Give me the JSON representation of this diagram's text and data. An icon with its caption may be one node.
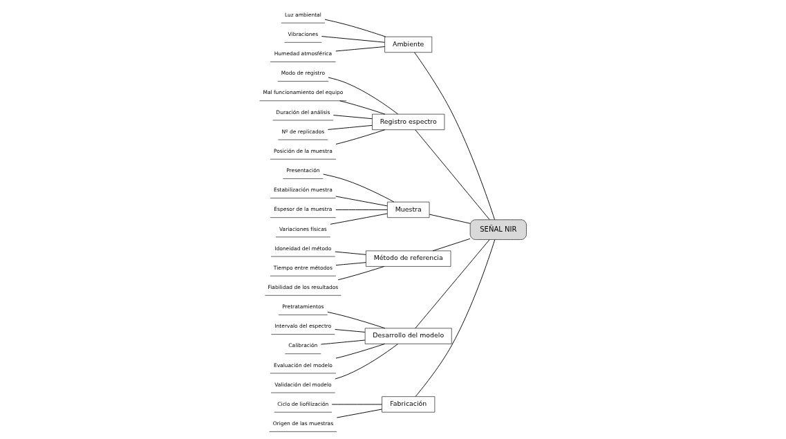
{
  "diagram": {
    "nodes": [
      {
        "text": [
          "Fabricación"
        ]
      },
      {
        "text": [
          "Ambiente"
        ]
      },
      {
        "text": [
          "Registro espectro"
        ]
      },
      {
        "text": [
          "Ciclo de liofilización"
        ]
      },
      {
        "text": [
          "Origen de las muestras"
        ]
      },
      {
        "text": [
          "Luz ambiental"
        ]
      },
      {
        "text": [
          "Vibraciones"
        ]
      },
      {
        "text": [
          "Humedad atmosférica"
        ]
      },
      {
        "text": [
          "Modo de registro"
        ]
      },
      {
        "text": [
          "Mal funcionamiento del equipo"
        ]
      },
      {
        "text": [
          "Duración del análisis"
        ]
      },
      {
        "text": [
          "Nº de replicados"
        ]
      },
      {
        "text": [
          "Posición de la muestra"
        ]
      },
      {
        "text": [
          "SEÑAL NIR"
        ]
      },
      {
        "text": [
          "Presentación"
        ]
      },
      {
        "text": [
          "Estabilización muestra"
        ]
      },
      {
        "text": [
          "Espesor de la muestra"
        ]
      },
      {
        "text": [
          "Variaciones físicas"
        ]
      },
      {
        "text": [
          "Idoneidad del método"
        ]
      },
      {
        "text": [
          "Tiempo entre métodos"
        ]
      },
      {
        "text": [
          "Fiabilidad de los resultados"
        ]
      },
      {
        "text": [
          "Pretratamientos"
        ]
      },
      {
        "text": [
          "Intervalo del espectro"
        ]
      },
      {
        "text": [
          "Calibración"
        ]
      },
      {
        "text": [
          "Evaluación del modelo"
        ]
      },
      {
        "text": [
          "Validación del modelo"
        ]
      },
      {
        "text": [
          "Muestra"
        ]
      },
      {
        "text": [
          "Método de referencia"
        ]
      },
      {
        "text": [
          "Desarrollo del modelo"
        ]
      }
    ],
    "edges": [
      {
        "from": 3,
        "to": 0,
        "arrow": "none"
      },
      {
        "from": 4,
        "to": 0,
        "arrow": "none"
      },
      {
        "from": 5,
        "to": 1,
        "arrow": "none"
      },
      {
        "from": 6,
        "to": 1,
        "arrow": "none"
      },
      {
        "from": 7,
        "to": 1,
        "arrow": "none"
      },
      {
        "from": 8,
        "to": 2,
        "arrow": "none"
      },
      {
        "from": 9,
        "to": 2,
        "arrow": "none"
      },
      {
        "from": 10,
        "to": 2,
        "arrow": "none"
      },
      {
        "from": 11,
        "to": 2,
        "arrow": "none"
      },
      {
        "from": 12,
        "to": 2,
        "arrow": "none"
      },
      {
        "from": 14,
        "to": 26,
        "arrow": "none"
      },
      {
        "from": 15,
        "to": 26,
        "arrow": "none"
      },
      {
        "from": 16,
        "to": 26,
        "arrow": "none"
      },
      {
        "from": 17,
        "to": 26,
        "arrow": "none"
      },
      {
        "from": 18,
        "to": 27,
        "arrow": "none"
      },
      {
        "from": 19,
        "to": 27,
        "arrow": "none"
      },
      {
        "from": 20,
        "to": 27,
        "arrow": "none"
      },
      {
        "from": 21,
        "to": 28,
        "arrow": "none"
      },
      {
        "from": 22,
        "to": 28,
        "arrow": "none"
      },
      {
        "from": 23,
        "to": 28,
        "arrow": "none"
      },
      {
        "from": 24,
        "to": 28,
        "arrow": "none"
      },
      {
        "from": 25,
        "to": 28,
        "arrow": "none"
      },
      {
        "from": 0,
        "to": 13,
        "arrow": "none"
      },
      {
        "from": 1,
        "to": 13,
        "arrow": "none"
      },
      {
        "from": 2,
        "to": 13,
        "arrow": "none"
      },
      {
        "from": 26,
        "to": 13,
        "arrow": "none"
      },
      {
        "from": 27,
        "to": 13,
        "arrow": "none"
      },
      {
        "from": 28,
        "to": 13,
        "arrow": "none"
      }
    ]
  }
}
